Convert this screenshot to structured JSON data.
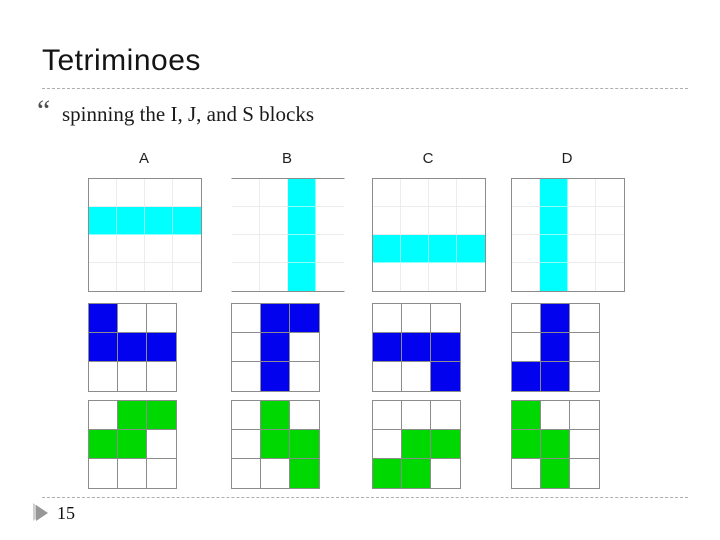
{
  "slide": {
    "title": "Tetriminoes",
    "bullet": {
      "glyph": "“",
      "text": "spinning the I, J, and S blocks"
    },
    "footer": {
      "page_number": "15"
    }
  },
  "board": {
    "column_headers": [
      "A",
      "B",
      "C",
      "D"
    ],
    "pieces": [
      {
        "name": "I",
        "color": "#00ffff",
        "grid_size": 4,
        "line_style": "minimal",
        "rotations": [
          {
            "column": "A",
            "cells": [
              [
                1,
                0
              ],
              [
                1,
                1
              ],
              [
                1,
                2
              ],
              [
                1,
                3
              ]
            ]
          },
          {
            "column": "B",
            "frame": "topbottom",
            "cells": [
              [
                0,
                2
              ],
              [
                1,
                2
              ],
              [
                2,
                2
              ],
              [
                3,
                2
              ]
            ]
          },
          {
            "column": "C",
            "cells": [
              [
                2,
                0
              ],
              [
                2,
                1
              ],
              [
                2,
                2
              ],
              [
                2,
                3
              ]
            ]
          },
          {
            "column": "D",
            "cells": [
              [
                0,
                1
              ],
              [
                1,
                1
              ],
              [
                2,
                1
              ],
              [
                3,
                1
              ]
            ]
          }
        ]
      },
      {
        "name": "J",
        "color": "#0202ee",
        "grid_size": 3,
        "line_style": "all",
        "rotations": [
          {
            "column": "A",
            "cells": [
              [
                0,
                0
              ],
              [
                1,
                0
              ],
              [
                1,
                1
              ],
              [
                1,
                2
              ]
            ]
          },
          {
            "column": "B",
            "cells": [
              [
                0,
                1
              ],
              [
                0,
                2
              ],
              [
                1,
                1
              ],
              [
                2,
                1
              ]
            ]
          },
          {
            "column": "C",
            "cells": [
              [
                1,
                0
              ],
              [
                1,
                1
              ],
              [
                1,
                2
              ],
              [
                2,
                2
              ]
            ]
          },
          {
            "column": "D",
            "cells": [
              [
                0,
                1
              ],
              [
                1,
                1
              ],
              [
                2,
                0
              ],
              [
                2,
                1
              ]
            ]
          }
        ]
      },
      {
        "name": "S",
        "color": "#00d802",
        "grid_size": 3,
        "line_style": "all",
        "rotations": [
          {
            "column": "A",
            "cells": [
              [
                0,
                1
              ],
              [
                0,
                2
              ],
              [
                1,
                0
              ],
              [
                1,
                1
              ]
            ]
          },
          {
            "column": "B",
            "cells": [
              [
                0,
                1
              ],
              [
                1,
                1
              ],
              [
                1,
                2
              ],
              [
                2,
                2
              ]
            ]
          },
          {
            "column": "C",
            "cells": [
              [
                1,
                1
              ],
              [
                1,
                2
              ],
              [
                2,
                0
              ],
              [
                2,
                1
              ]
            ]
          },
          {
            "column": "D",
            "cells": [
              [
                0,
                0
              ],
              [
                1,
                0
              ],
              [
                1,
                1
              ],
              [
                2,
                1
              ]
            ]
          }
        ]
      }
    ]
  },
  "colors": {
    "i_piece": "#00ffff",
    "j_piece": "#0202ee",
    "s_piece": "#00d802",
    "grid_line": "#8c8c8c",
    "dashed_divider": "#aeaeae",
    "text": "#1a1a1a",
    "footer_arrow": "#979797"
  }
}
